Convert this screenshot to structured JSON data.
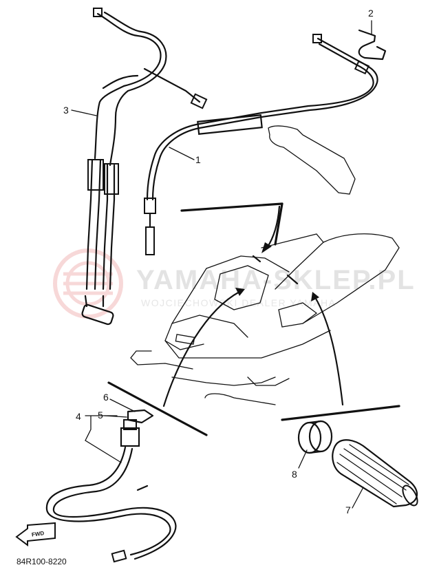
{
  "watermark": {
    "title": "YAMAHA-SKLEP.PL",
    "subtitle": "WOJCIECHOWSKI DEALER YAMAHA"
  },
  "callouts": [
    "1",
    "2",
    "3",
    "4",
    "5",
    "6",
    "7",
    "8"
  ],
  "direction_marker": "FWD",
  "reference_code": "84R100-8220",
  "colors": {
    "ink": "#111111",
    "watermark_red": "#f2b9b9",
    "watermark_gray": "#e3e3e3"
  }
}
